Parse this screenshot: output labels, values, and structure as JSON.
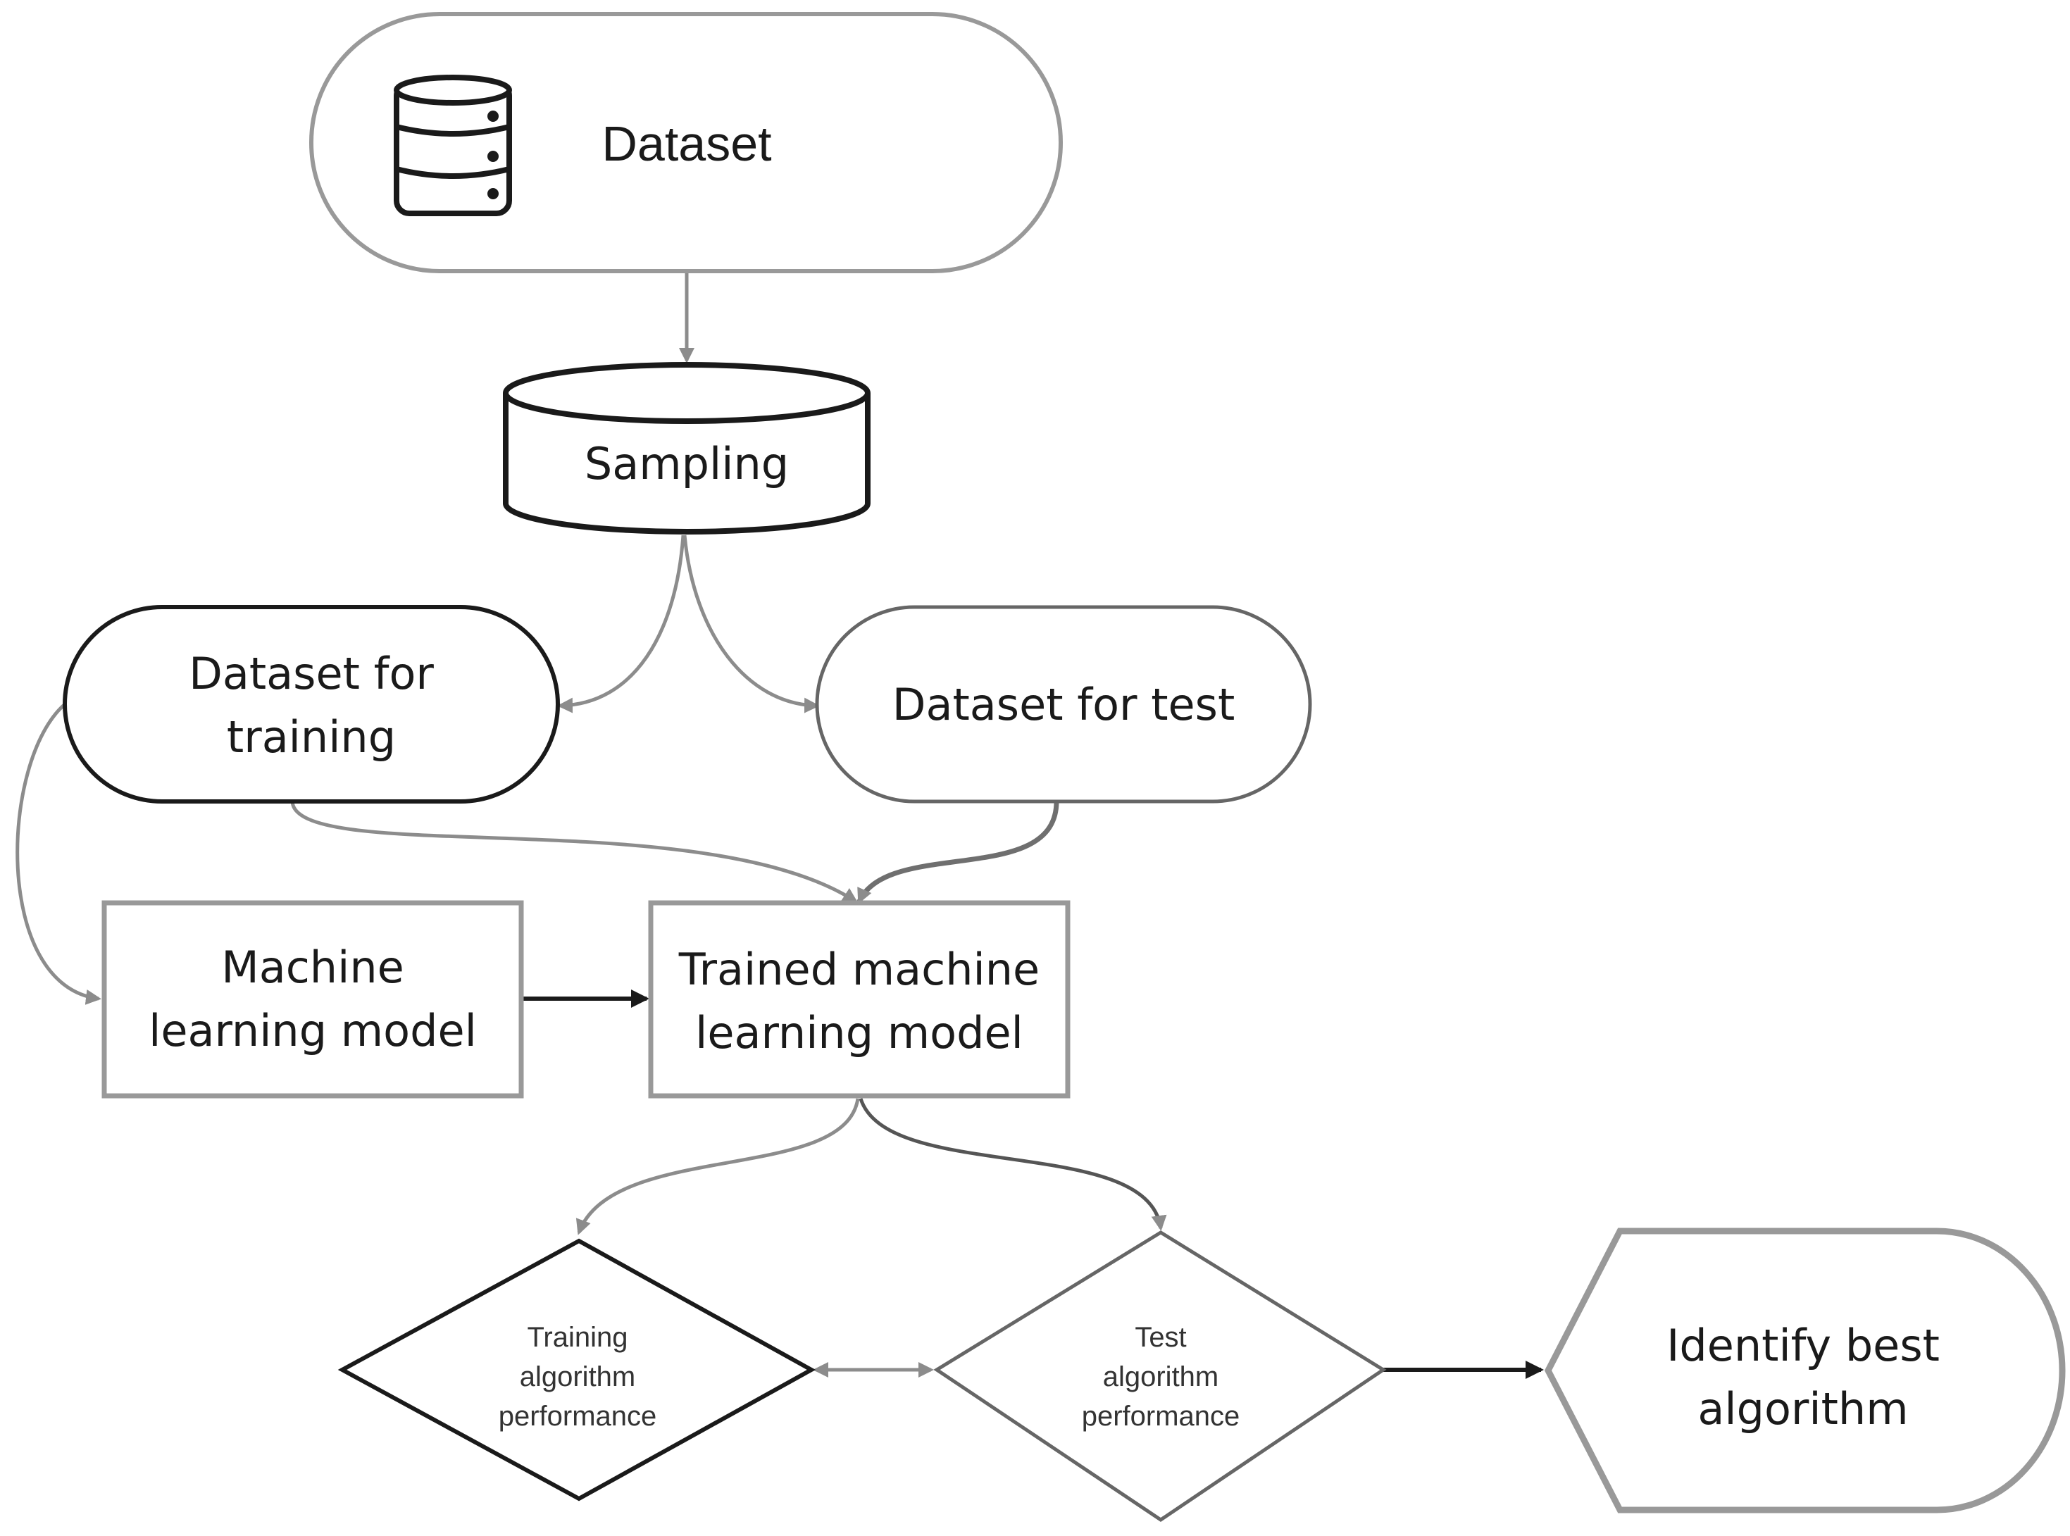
{
  "nodes": {
    "dataset": {
      "label": "Dataset",
      "icon": "database-icon"
    },
    "sampling": {
      "label": "Sampling"
    },
    "dataset_training": {
      "line1": "Dataset for",
      "line2": "training"
    },
    "dataset_test": {
      "label": "Dataset for test"
    },
    "ml_model": {
      "line1": "Machine",
      "line2": "learning model"
    },
    "trained_model": {
      "line1": "Trained machine",
      "line2": "learning model"
    },
    "training_perf": {
      "line1": "Training",
      "line2": "algorithm",
      "line3": "performance"
    },
    "test_perf": {
      "line1": "Test",
      "line2": "algorithm",
      "line3": "performance"
    },
    "best_algorithm": {
      "line1": "Identify best",
      "line2": "algorithm"
    }
  },
  "colors": {
    "stroke_dark": "#1a1a1a",
    "stroke_gray": "#8c8c8c",
    "arrow_gray": "#8c8c8c",
    "arrow_dark": "#1a1a1a",
    "background": "#ffffff"
  }
}
